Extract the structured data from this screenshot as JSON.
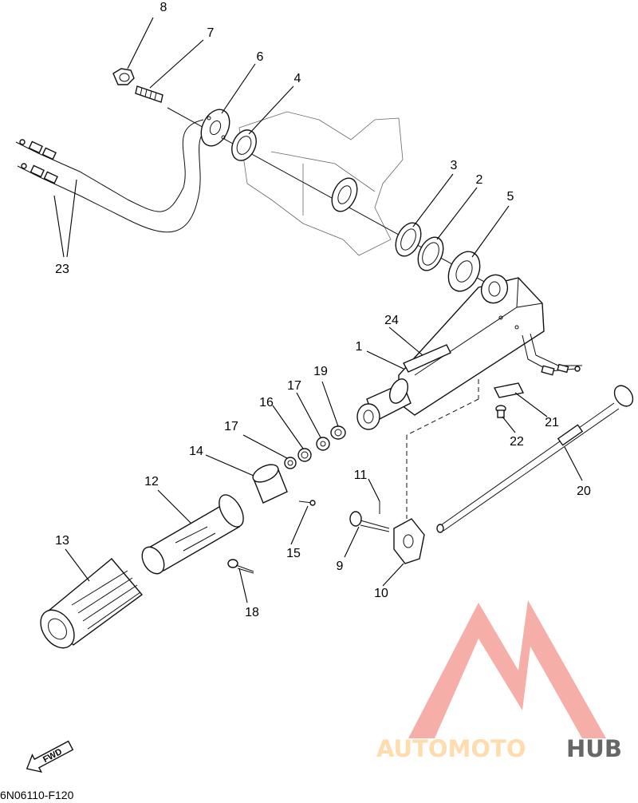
{
  "catalog_code": "6N06110-F120",
  "fwd_label": "FWD",
  "watermark": {
    "part1": "AUTOMOTO",
    "part2": "HUB",
    "color_primary": "#f4a19a",
    "color_secondary": "#ffd6a0",
    "color_hub": "#4d4d4d"
  },
  "callouts": [
    {
      "id": "c8",
      "label": "8"
    },
    {
      "id": "c7",
      "label": "7"
    },
    {
      "id": "c6",
      "label": "6"
    },
    {
      "id": "c4",
      "label": "4"
    },
    {
      "id": "c3",
      "label": "3"
    },
    {
      "id": "c2",
      "label": "2"
    },
    {
      "id": "c5",
      "label": "5"
    },
    {
      "id": "c23",
      "label": "23"
    },
    {
      "id": "c24",
      "label": "24"
    },
    {
      "id": "c1",
      "label": "1"
    },
    {
      "id": "c19",
      "label": "19"
    },
    {
      "id": "c17a",
      "label": "17"
    },
    {
      "id": "c16",
      "label": "16"
    },
    {
      "id": "c17b",
      "label": "17"
    },
    {
      "id": "c14",
      "label": "14"
    },
    {
      "id": "c12",
      "label": "12"
    },
    {
      "id": "c13",
      "label": "13"
    },
    {
      "id": "c15",
      "label": "15"
    },
    {
      "id": "c18",
      "label": "18"
    },
    {
      "id": "c11",
      "label": "11"
    },
    {
      "id": "c9",
      "label": "9"
    },
    {
      "id": "c10",
      "label": "10"
    },
    {
      "id": "c21",
      "label": "21"
    },
    {
      "id": "c22",
      "label": "22"
    },
    {
      "id": "c20",
      "label": "20"
    }
  ]
}
